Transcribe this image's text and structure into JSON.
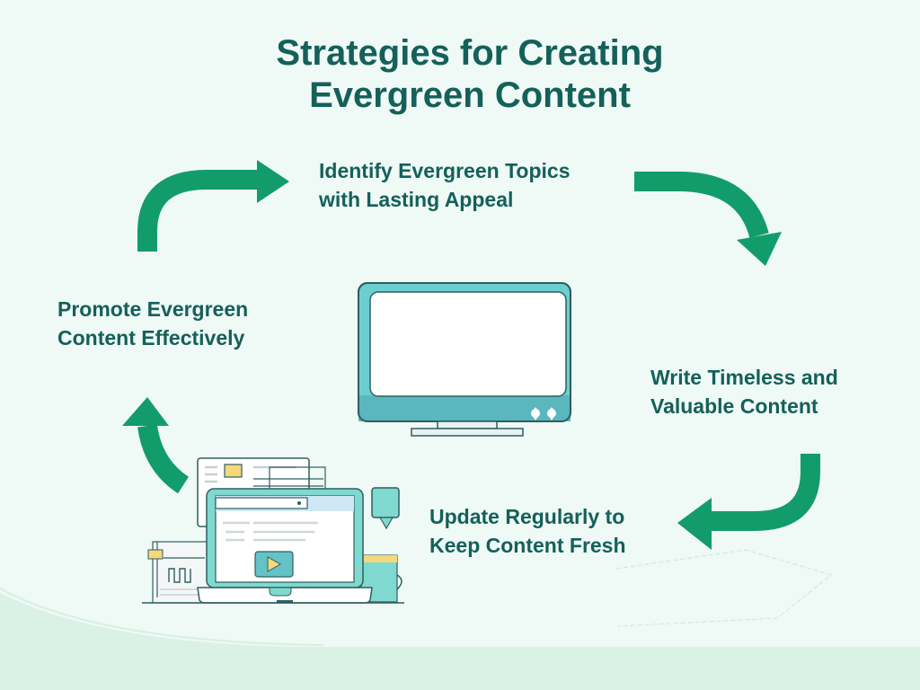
{
  "title": {
    "line1": "Strategies for Creating",
    "line2": "Evergreen Content"
  },
  "steps": [
    {
      "id": "identify",
      "line1": "Identify Evergreen Topics",
      "line2": "with Lasting Appeal",
      "position": "top"
    },
    {
      "id": "write",
      "line1": "Write Timeless and",
      "line2": "Valuable Content",
      "position": "right"
    },
    {
      "id": "update",
      "line1": "Update Regularly to",
      "line2": "Keep Content Fresh",
      "position": "bottom"
    },
    {
      "id": "promote",
      "line1": "Promote Evergreen",
      "line2": "Content Effectively",
      "position": "left"
    }
  ],
  "arrows": [
    {
      "name": "arrow-promote-to-identify",
      "direction": "up-right"
    },
    {
      "name": "arrow-identify-to-write",
      "direction": "right-down"
    },
    {
      "name": "arrow-write-to-update",
      "direction": "down-left"
    },
    {
      "name": "arrow-update-to-promote",
      "direction": "up"
    }
  ],
  "illustrations": [
    {
      "name": "monitor-illustration",
      "icon": "monitor-icon"
    },
    {
      "name": "laptop-workspace-illustration",
      "icon": "laptop-icon"
    }
  ],
  "colors": {
    "title_text": "#14605a",
    "arrow_green": "#129c6c",
    "monitor_teal": "#63c3c6",
    "laptop_teal": "#7fd9cf",
    "outline": "#2f5e60",
    "accent_yellow": "#f5d77c",
    "background": "#eaf8f1",
    "background_bottom": "#d9f0e6"
  }
}
